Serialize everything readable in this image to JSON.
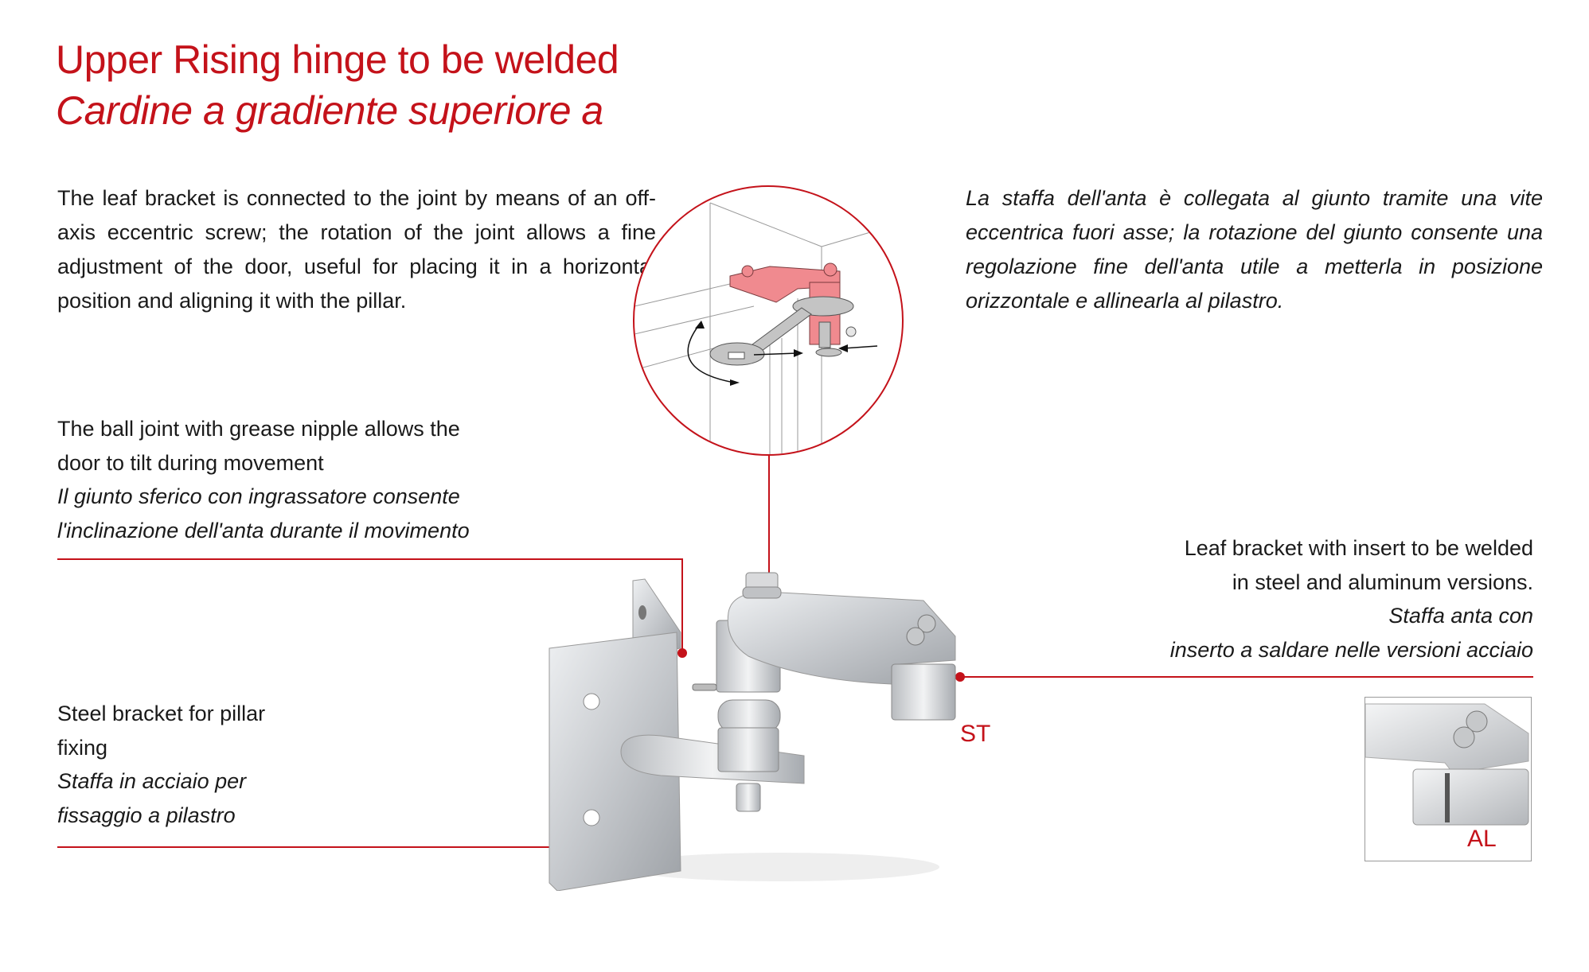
{
  "header": {
    "title_en": "Upper Rising hinge to be welded",
    "title_it": "Cardine a gradiente superiore a"
  },
  "intro": {
    "en": "The leaf bracket is connected to the joint by means of an off-axis eccentric screw; the rotation of the joint allows a fine adjustment of the door, useful for placing it in a horizontal position and aligning it with the pillar.",
    "it": "La staffa dell'anta è collegata al giunto tramite una vite eccentrica fuori asse; la rotazione del giunto consente una regolazione fine dell'anta utile a metterla in posizione orizzontale e allinearla al pilastro."
  },
  "callouts": {
    "ball_joint": {
      "en_lines": [
        "The ball joint with grease nipple allows the",
        "door to tilt during movement"
      ],
      "it_lines": [
        "Il giunto sferico con ingrassatore consente",
        "l'inclinazione dell'anta durante il movimento"
      ]
    },
    "steel_bracket": {
      "en_lines": [
        "Steel bracket for pillar",
        "fixing"
      ],
      "it_lines": [
        "Staffa in acciaio per",
        "fissaggio a pilastro"
      ]
    },
    "leaf_bracket": {
      "en_lines": [
        "Leaf bracket with insert to be welded",
        "in steel and aluminum versions."
      ],
      "it_lines": [
        "Staffa anta con",
        "inserto a saldare nelle versioni acciaio"
      ]
    }
  },
  "labels": {
    "steel_version": "ST",
    "aluminum_version": "AL"
  },
  "colors": {
    "accent": "#c4121a",
    "text": "#1a1a1a",
    "highlight_part": "#f08a8f",
    "metal": "#c9ccd0"
  }
}
